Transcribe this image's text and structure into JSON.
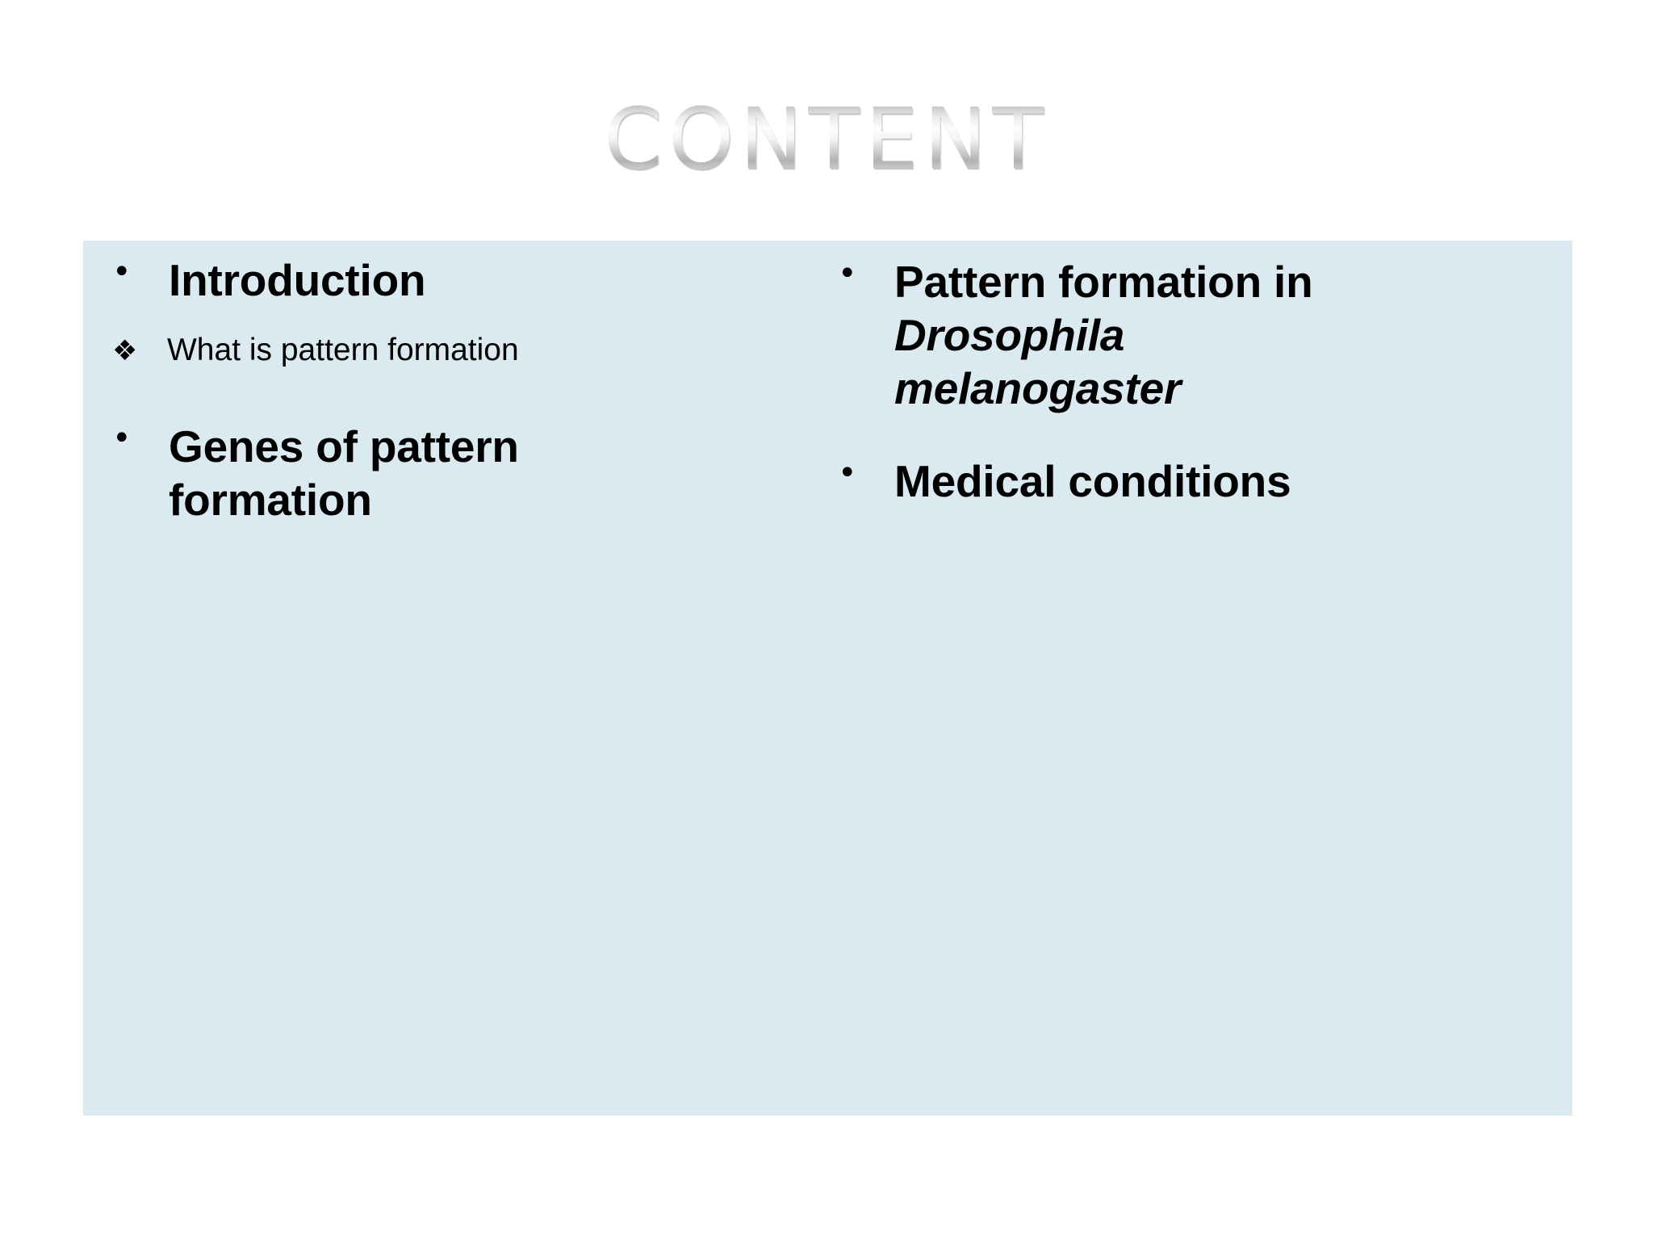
{
  "slide": {
    "title": "CONTENT",
    "background_color": "#ffffff",
    "panel_color": "#dbe9f0",
    "text_color": "#000000"
  },
  "bullets": {
    "dot": "•",
    "diamond": "❖"
  },
  "left_column": {
    "items": [
      {
        "label": "Introduction",
        "level": 1
      },
      {
        "label": "What is pattern formation",
        "level": 2
      },
      {
        "label": "Genes of pattern formation",
        "level": 1
      }
    ]
  },
  "right_column": {
    "items": [
      {
        "label_prefix": "Pattern formation in ",
        "label_species": "Drosophila melanogaster",
        "level": 1
      },
      {
        "label": "Medical conditions",
        "level": 1
      }
    ]
  }
}
